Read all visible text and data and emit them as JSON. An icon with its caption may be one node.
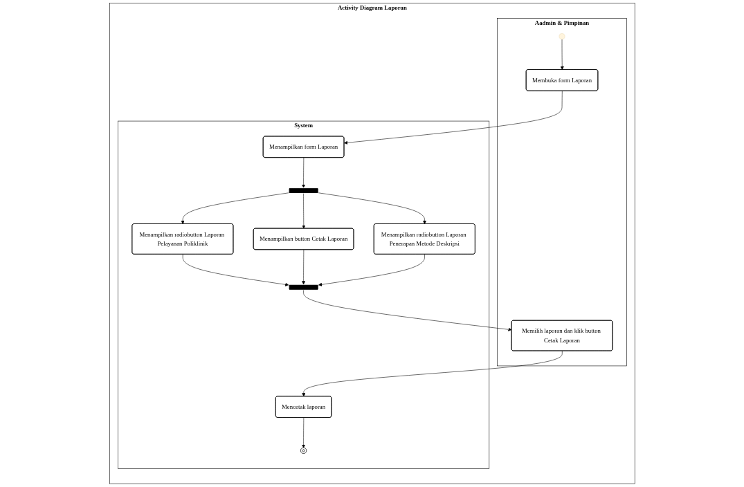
{
  "diagram": {
    "nodes": [
      {
        "text": [
          "Activity Diagram Laporan"
        ]
      },
      {
        "text": [
          "Aadmin & Pimpinan"
        ],
        "in": 0
      },
      {
        "text": [
          "System"
        ],
        "in": 0
      },
      {
        "text": [],
        "shape": "circle",
        "in": 1
      },
      {
        "text": [
          "Membuka form Laporan"
        ],
        "in": 1
      },
      {
        "text": [
          "Menampilkan form Laporan"
        ],
        "in": 2
      },
      {
        "text": [],
        "shape": "bar",
        "in": 2
      },
      {
        "text": [
          "Menampilkan radiobutton Laporan Pelayanan Poliklinik"
        ],
        "in": 2
      },
      {
        "text": [
          "Menampilkan button Cetak Laporan"
        ],
        "in": 2
      },
      {
        "text": [
          "Menampilkan radiobutton Laporan Penerapan Metode Deskripsi"
        ],
        "in": 2
      },
      {
        "text": [],
        "shape": "bar",
        "in": 2
      },
      {
        "text": [
          "Memilih laporan dan klik button Cetak Laporan"
        ],
        "in": 1
      },
      {
        "text": [
          "Mencetak laporan"
        ],
        "in": 2
      },
      {
        "text": [],
        "shape": "circle",
        "in": 2
      }
    ],
    "edges": [
      {
        "from": 3,
        "to": 4,
        "arrow": "to"
      },
      {
        "from": 4,
        "to": 5,
        "arrow": "to"
      },
      {
        "from": 5,
        "to": 6,
        "arrow": "to"
      },
      {
        "from": 6,
        "to": 7,
        "arrow": "to"
      },
      {
        "from": 6,
        "to": 8,
        "arrow": "to"
      },
      {
        "from": 6,
        "to": 9,
        "arrow": "to"
      },
      {
        "from": 7,
        "to": 10,
        "arrow": "to"
      },
      {
        "from": 8,
        "to": 10,
        "arrow": "to"
      },
      {
        "from": 9,
        "to": 10,
        "arrow": "to"
      },
      {
        "from": 10,
        "to": 11,
        "arrow": "to"
      },
      {
        "from": 11,
        "to": 12,
        "arrow": "to"
      },
      {
        "from": 12,
        "to": 13,
        "arrow": "to"
      }
    ]
  }
}
